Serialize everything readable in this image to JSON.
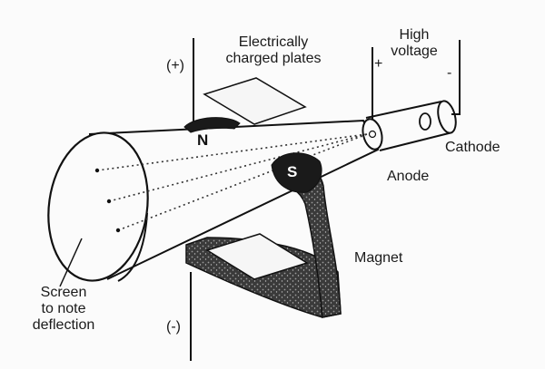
{
  "labels": {
    "plates_line1": "Electrically",
    "plates_line2": "charged plates",
    "plus_plate": "(+)",
    "minus_plate": "(-)",
    "hv_plus": "+",
    "hv_line1": "High",
    "hv_line2": "voltage",
    "hv_minus": "-",
    "cathode": "Cathode",
    "anode": "Anode",
    "magnet": "Magnet",
    "screen_line1": "Screen",
    "screen_line2": "to note",
    "screen_line3": "deflection",
    "north": "N",
    "south": "S"
  }
}
